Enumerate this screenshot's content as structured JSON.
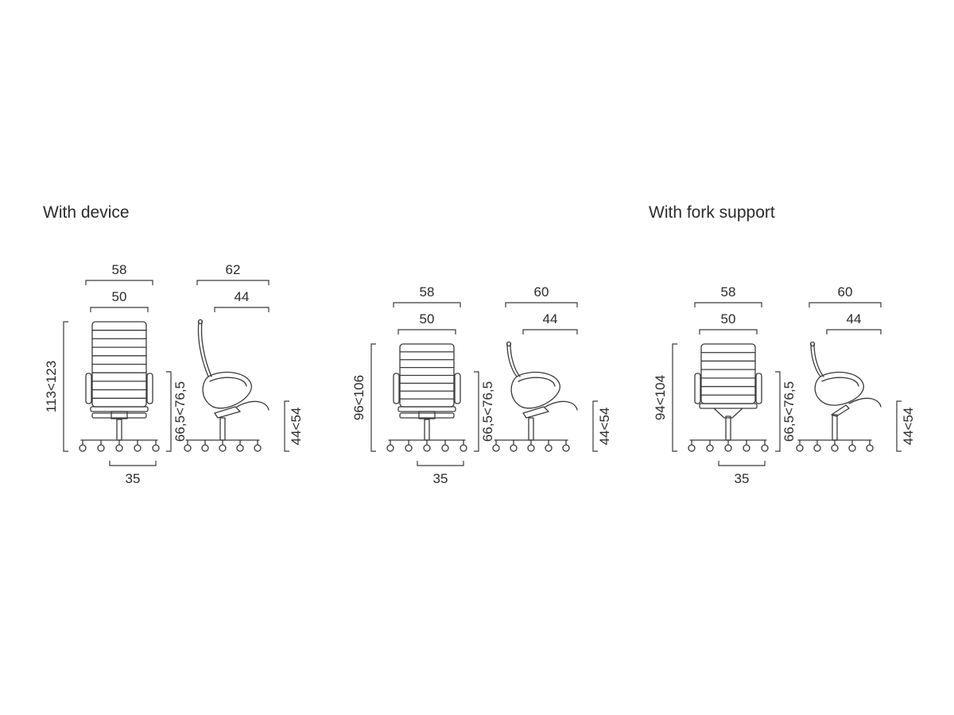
{
  "headings": [
    "With device",
    "With fork support"
  ],
  "groups": [
    {
      "front": {
        "outer_width": "58",
        "seat_width": "50",
        "height": "113<123",
        "base": "35",
        "back": "tall",
        "base_type": "device"
      },
      "side": {
        "depth": "62",
        "seat_depth": "44",
        "arm_height": "66,5<76,5",
        "seat_height": "44<54",
        "back": "tall",
        "base_type": "device"
      }
    },
    {
      "front": {
        "outer_width": "58",
        "seat_width": "50",
        "height": "96<106",
        "base": "35",
        "back": "low",
        "base_type": "device"
      },
      "side": {
        "depth": "60",
        "seat_depth": "44",
        "arm_height": "66,5<76,5",
        "seat_height": "44<54",
        "back": "low",
        "base_type": "device"
      }
    },
    {
      "front": {
        "outer_width": "58",
        "seat_width": "50",
        "height": "94<104",
        "base": "35",
        "back": "low",
        "base_type": "fork"
      },
      "side": {
        "depth": "60",
        "seat_depth": "44",
        "arm_height": "66,5<76,5",
        "seat_height": "44<54",
        "back": "low",
        "base_type": "fork"
      }
    }
  ]
}
